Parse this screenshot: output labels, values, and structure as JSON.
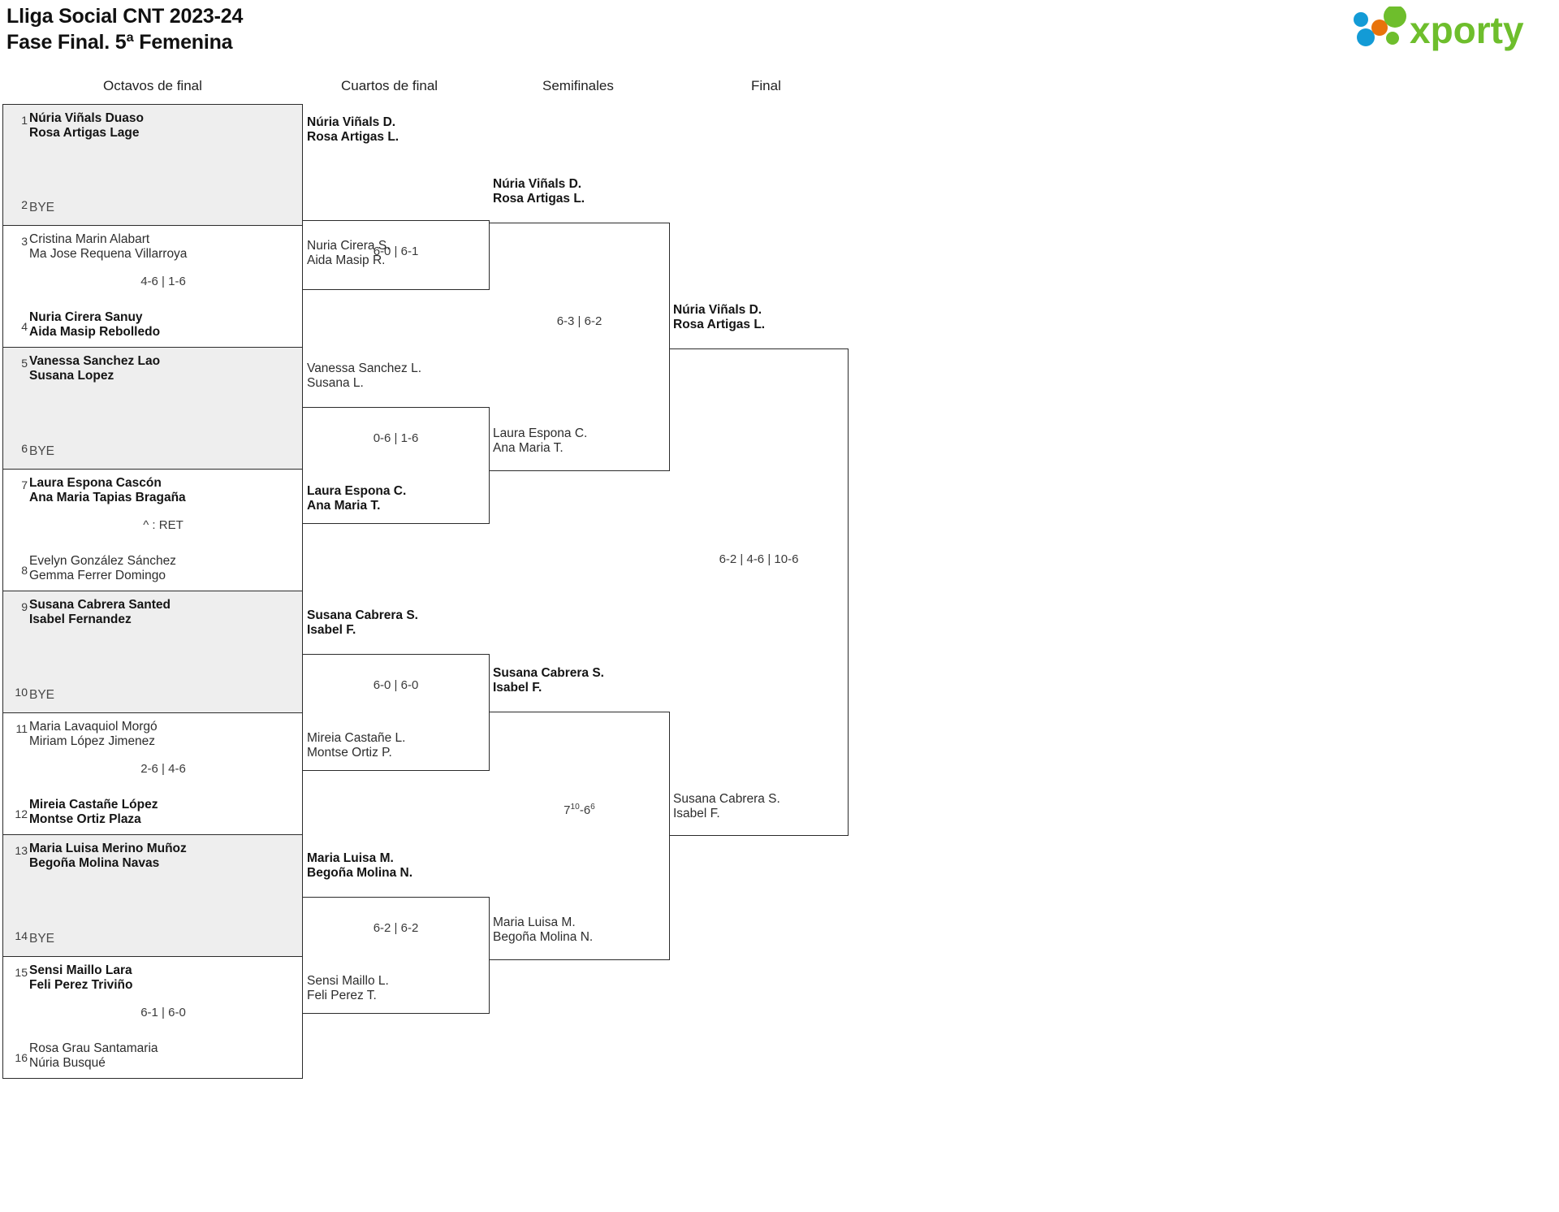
{
  "header": {
    "title_line1": "Lliga Social CNT 2023-24",
    "title_line2": "Fase Final. 5ª Femenina",
    "logo_text": "xporty",
    "logo_colors": {
      "green": "#6EBE2C",
      "blue": "#139BD6",
      "orange": "#E8730B"
    }
  },
  "rounds": [
    {
      "label": "Octavos de final"
    },
    {
      "label": "Cuartos de final"
    },
    {
      "label": "Semifinales"
    },
    {
      "label": "Final"
    }
  ],
  "bye_label": "BYE",
  "round1": [
    {
      "shaded": true,
      "top": {
        "seed": "1",
        "names": "Núria Viñals Duaso\nRosa Artigas Lage",
        "winner": true
      },
      "bottom": {
        "seed": "2",
        "names": "BYE",
        "bye": true,
        "winner": false
      },
      "score": ""
    },
    {
      "shaded": false,
      "top": {
        "seed": "3",
        "names": "Cristina Marin Alabart\nMa Jose Requena Villarroya",
        "winner": false
      },
      "bottom": {
        "seed": "4",
        "names": "Nuria Cirera Sanuy\nAida Masip Rebolledo",
        "winner": true
      },
      "score": "4-6 | 1-6"
    },
    {
      "shaded": true,
      "top": {
        "seed": "5",
        "names": "Vanessa Sanchez Lao\nSusana Lopez",
        "winner": true
      },
      "bottom": {
        "seed": "6",
        "names": "BYE",
        "bye": true,
        "winner": false
      },
      "score": ""
    },
    {
      "shaded": false,
      "top": {
        "seed": "7",
        "names": "Laura Espona Cascón\nAna Maria Tapias Bragaña",
        "winner": true
      },
      "bottom": {
        "seed": "8",
        "names": "Evelyn González Sánchez\nGemma Ferrer Domingo",
        "winner": false
      },
      "score": "^ : RET"
    },
    {
      "shaded": true,
      "top": {
        "seed": "9",
        "names": "Susana Cabrera Santed\nIsabel Fernandez",
        "winner": true
      },
      "bottom": {
        "seed": "10",
        "names": "BYE",
        "bye": true,
        "winner": false
      },
      "score": ""
    },
    {
      "shaded": false,
      "top": {
        "seed": "11",
        "names": "Maria Lavaquiol Morgó\nMiriam López Jimenez",
        "winner": false
      },
      "bottom": {
        "seed": "12",
        "names": "Mireia Castañe López\nMontse Ortiz Plaza",
        "winner": true
      },
      "score": "2-6 | 4-6"
    },
    {
      "shaded": true,
      "top": {
        "seed": "13",
        "names": "Maria Luisa Merino Muñoz\nBegoña Molina Navas",
        "winner": true
      },
      "bottom": {
        "seed": "14",
        "names": "BYE",
        "bye": true,
        "winner": false
      },
      "score": ""
    },
    {
      "shaded": false,
      "top": {
        "seed": "15",
        "names": "Sensi Maillo Lara\nFeli Perez Triviño",
        "winner": true
      },
      "bottom": {
        "seed": "16",
        "names": "Rosa Grau Santamaria\nNúria Busqué",
        "winner": false
      },
      "score": "6-1 | 6-0"
    }
  ],
  "round2": [
    {
      "top": {
        "names": "Núria Viñals D.\nRosa Artigas L.",
        "winner": true
      },
      "bottom": {
        "names": "Nuria Cirera S.\nAida Masip R.",
        "winner": false
      },
      "score": "6-0 | 6-1"
    },
    {
      "top": {
        "names": "Vanessa Sanchez L.\nSusana L.",
        "winner": false
      },
      "bottom": {
        "names": "Laura Espona C.\nAna Maria T.",
        "winner": true
      },
      "score": "0-6 | 1-6"
    },
    {
      "top": {
        "names": "Susana Cabrera S.\nIsabel F.",
        "winner": true
      },
      "bottom": {
        "names": "Mireia Castañe L.\nMontse Ortiz P.",
        "winner": false
      },
      "score": "6-0 | 6-0"
    },
    {
      "top": {
        "names": "Maria Luisa M.\nBegoña Molina N.",
        "winner": true
      },
      "bottom": {
        "names": "Sensi Maillo L.\nFeli Perez T.",
        "winner": false
      },
      "score": "6-2 | 6-2"
    }
  ],
  "round3": [
    {
      "top": {
        "names": "Núria Viñals D.\nRosa Artigas L.",
        "winner": true
      },
      "bottom": {
        "names": "Laura Espona C.\nAna Maria T.",
        "winner": false
      },
      "score": "6-3 | 6-2"
    },
    {
      "top": {
        "names": "Susana Cabrera S.\nIsabel F.",
        "winner": true
      },
      "bottom": {
        "names": "Maria Luisa M.\nBegoña Molina N.",
        "winner": false
      },
      "score_html": "7<sup>10</sup>-6<sup>6</sup>",
      "score": "7(10)-6(6)"
    }
  ],
  "round4": [
    {
      "top": {
        "names": "Núria Viñals D.\nRosa Artigas L.",
        "winner": true
      },
      "bottom": {
        "names": "Susana Cabrera S.\nIsabel F.",
        "winner": false
      },
      "score": "6-2 | 4-6 | 10-6"
    }
  ]
}
